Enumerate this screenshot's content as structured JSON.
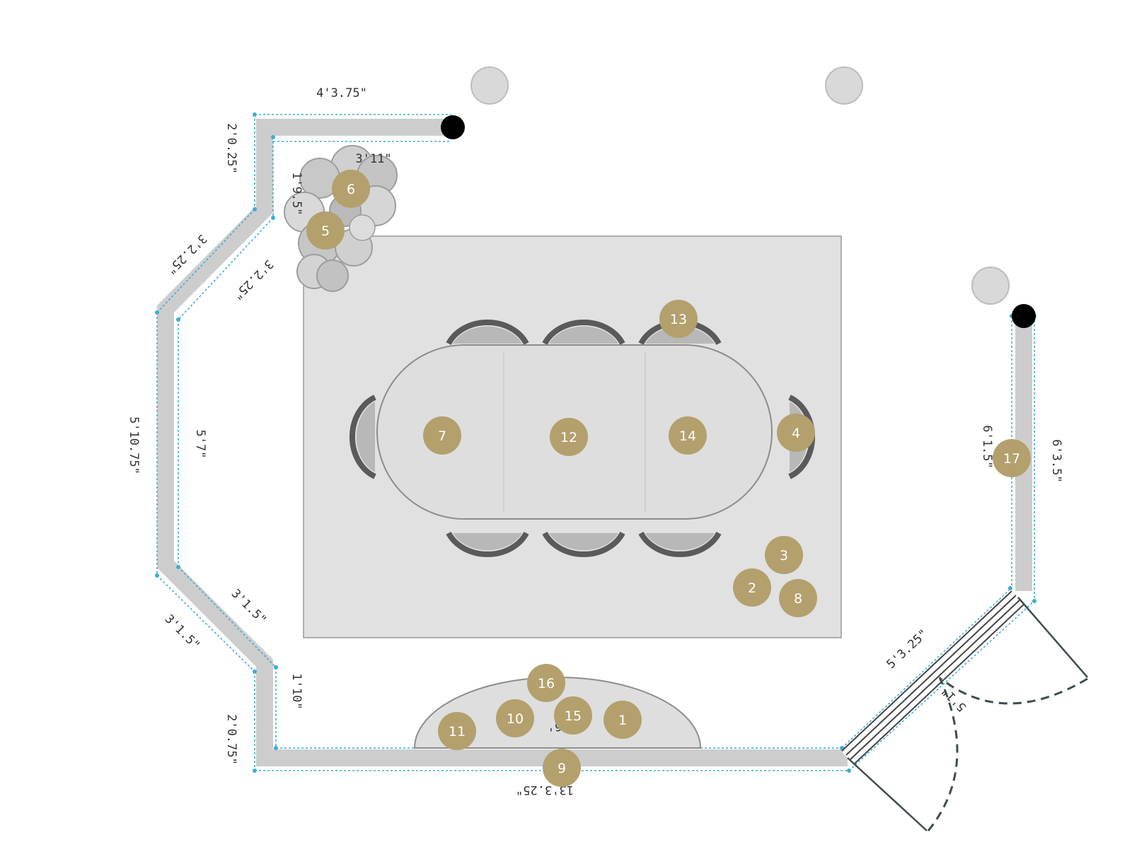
{
  "plan": {
    "dimensions": [
      {
        "id": "top-wall",
        "text": "4'3.75\""
      },
      {
        "id": "top-left-vertical",
        "text": "2'0.25\""
      },
      {
        "id": "plant-width",
        "text": "3'11\""
      },
      {
        "id": "plant-height",
        "text": "1'9.5\""
      },
      {
        "id": "upper-diagonal-outer",
        "text": "3'2.25\""
      },
      {
        "id": "upper-diagonal-inner",
        "text": "3'2.25\""
      },
      {
        "id": "left-wall-outer",
        "text": "5'10.75\""
      },
      {
        "id": "left-wall-inner",
        "text": "5'7\""
      },
      {
        "id": "lower-diagonal-inner",
        "text": "3'1.5\""
      },
      {
        "id": "lower-diagonal-outer",
        "text": "3'1.5\""
      },
      {
        "id": "lower-left-inner",
        "text": "1'10\""
      },
      {
        "id": "lower-left-outer",
        "text": "2'0.75\""
      },
      {
        "id": "bottom-wall",
        "text": "13'3.25\""
      },
      {
        "id": "console-width",
        "text": "6'"
      },
      {
        "id": "right-wall-inner",
        "text": "6'1.5\""
      },
      {
        "id": "right-wall-outer",
        "text": "6'3.5\""
      },
      {
        "id": "door-wall",
        "text": "5'3.25\""
      },
      {
        "id": "door-swing",
        "text": "5'1\""
      }
    ],
    "markers": [
      {
        "label": "1"
      },
      {
        "label": "2"
      },
      {
        "label": "3"
      },
      {
        "label": "4"
      },
      {
        "label": "5"
      },
      {
        "label": "6"
      },
      {
        "label": "7"
      },
      {
        "label": "8"
      },
      {
        "label": "9"
      },
      {
        "label": "10"
      },
      {
        "label": "11"
      },
      {
        "label": "12"
      },
      {
        "label": "13"
      },
      {
        "label": "14"
      },
      {
        "label": "15"
      },
      {
        "label": "16"
      },
      {
        "label": "17"
      }
    ],
    "colors": {
      "marker": "#b3a06d",
      "wall": "#cdcdcd",
      "dimension_line": "#3aaed3",
      "rug": "#e1e1e1",
      "column_cap": "#000000",
      "light_fixture": "#d9d9d9"
    }
  }
}
